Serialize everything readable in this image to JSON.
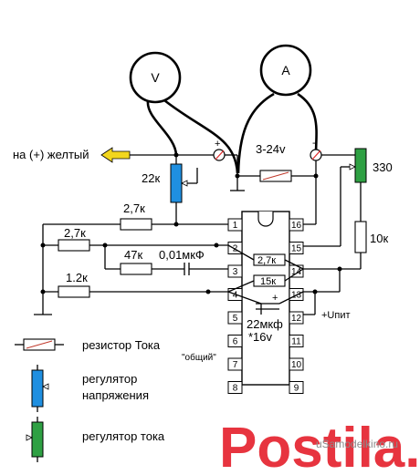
{
  "meters": {
    "voltmeter": "V",
    "ammeter": "A"
  },
  "labels": {
    "output_pos": "на (+) желтый",
    "supply_range": "3-24v",
    "plus": "+",
    "minus": "-",
    "pot_voltage": "22к",
    "pot_current": "330",
    "r_2k7_top": "2,7к",
    "r_2k7_mid": "2,7к",
    "r_1k2": "1.2к",
    "r_47k": "47к",
    "c_001": "0,01мкФ",
    "r_2k7_chip": "2,7к",
    "r_15k": "15к",
    "r_10k": "10к",
    "cap_plus": "+",
    "cap_22": "22мкф",
    "cap_16v": "*16v",
    "vcc": "+Uпит",
    "gnd": "\"общий\""
  },
  "chip_pins": {
    "left": [
      "1",
      "2",
      "3",
      "4",
      "5",
      "6",
      "7",
      "8"
    ],
    "right": [
      "16",
      "15",
      "14",
      "13",
      "12",
      "11",
      "10",
      "9"
    ]
  },
  "legend": {
    "current_resistor": "резистор Тока",
    "voltage_reg_line1": "регулятор",
    "voltage_reg_line2": "напряжения",
    "current_reg": "регулятор тока"
  },
  "colors": {
    "voltage_pot": "#1f8fe0",
    "current_pot": "#2ea043",
    "arrow": "#f2d61d",
    "watermark": "#e7343f"
  },
  "watermark": {
    "main": "Postila.ru",
    "sub": "uSamodelkino.ru"
  }
}
